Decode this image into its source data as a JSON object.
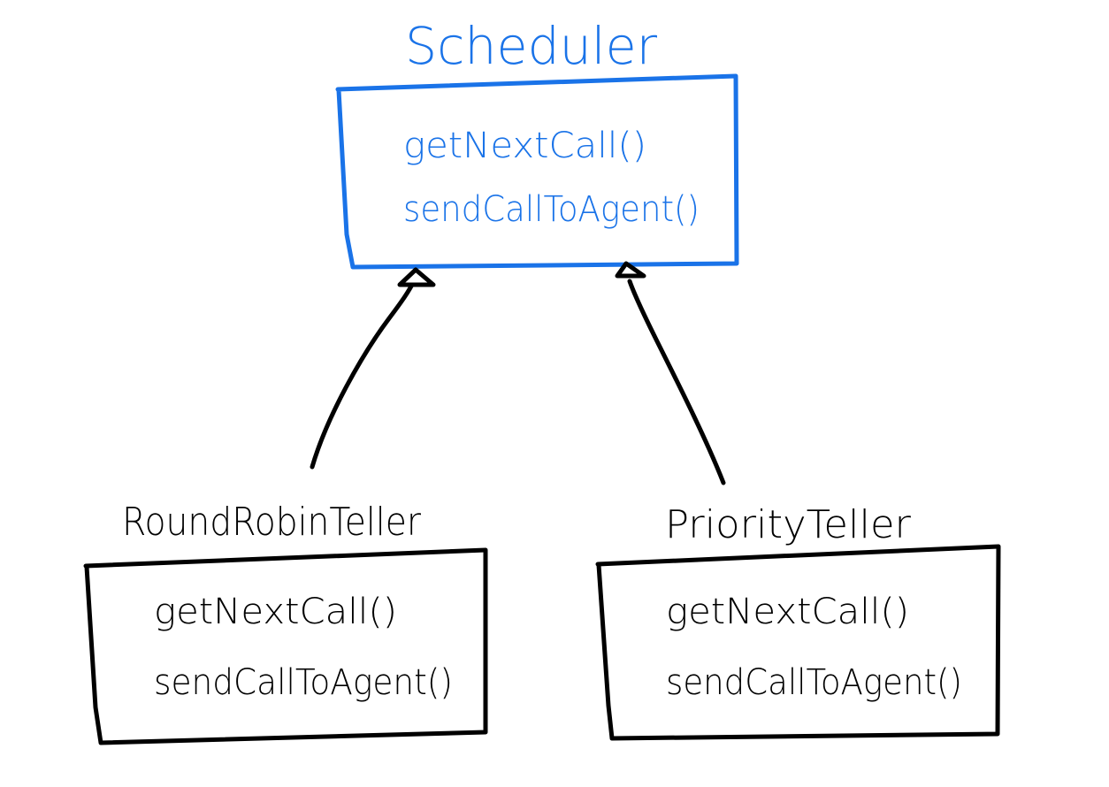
{
  "colors": {
    "parent": "#1a73e8",
    "child": "#000000",
    "background": "#ffffff"
  },
  "parent": {
    "title": "Scheduler",
    "methods": [
      "getNextCall()",
      "sendCallToAgent()"
    ]
  },
  "children": [
    {
      "title": "RoundRobinTeller",
      "methods": [
        "getNextCall()",
        "sendCallToAgent()"
      ]
    },
    {
      "title": "PriorityTeller",
      "methods": [
        "getNextCall()",
        "sendCallToAgent()"
      ]
    }
  ]
}
